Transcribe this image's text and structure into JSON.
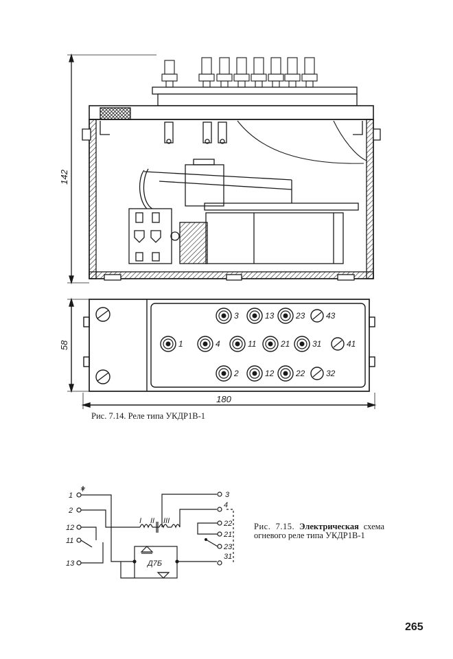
{
  "figure1": {
    "dimensions": {
      "height": "142",
      "depth": "58",
      "width": "180"
    },
    "terminals": [
      "3",
      "13",
      "23",
      "43",
      "1",
      "4",
      "11",
      "21",
      "31",
      "41",
      "2",
      "12",
      "22",
      "32"
    ],
    "caption": "Рис. 7.14. Реле типа УКДР1В-1"
  },
  "figure2": {
    "left_terminals": [
      "1",
      "2",
      "12",
      "11",
      "13"
    ],
    "right_terminals": [
      "3",
      "4",
      "22",
      "21",
      "23",
      "31"
    ],
    "plus_sign": "+",
    "winding_labels": [
      "I",
      "II",
      "III"
    ],
    "diode_label": "Д7Б",
    "caption": {
      "number": "Рис. 7.15.",
      "bold_part": "Электрическая",
      "text": "схема огневого реле типа УКДР1В-1"
    }
  },
  "page_number": "265"
}
